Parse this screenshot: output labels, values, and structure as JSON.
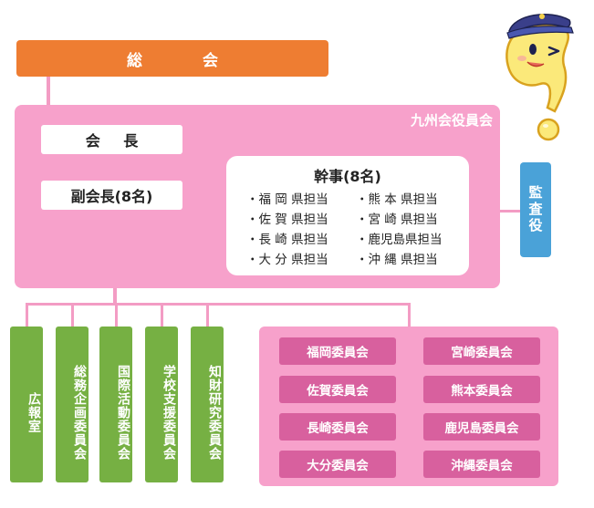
{
  "general_meeting": "総 会",
  "council": {
    "title": "九州会役員会",
    "chair": "会 長",
    "vice_chair": "副会長(8名)",
    "executives": {
      "title": "幹事(8名)",
      "left_column": [
        "・福 岡 県担当",
        "・佐 賀 県担当",
        "・長 崎 県担当",
        "・大 分 県担当"
      ],
      "right_column": [
        "・熊 本 県担当",
        "・宮 崎 県担当",
        "・鹿児島県担当",
        "・沖 縄 県担当"
      ]
    }
  },
  "auditor": "監査役",
  "committees": [
    "広報室",
    "総務企画委員会",
    "国際活動委員会",
    "学校支援委員会",
    "知財研究委員会"
  ],
  "prefecture_committees": {
    "left": [
      "福岡委員会",
      "佐賀委員会",
      "長崎委員会",
      "大分委員会"
    ],
    "right": [
      "宮崎委員会",
      "熊本委員会",
      "鹿児島委員会",
      "沖縄委員会"
    ]
  },
  "colors": {
    "general": "#ee7d32",
    "council": "#f7a1cb",
    "auditor": "#4aa2d8",
    "committee": "#76b043",
    "prefecture_button": "#d8609e"
  },
  "icons": {
    "mascot": "question-mark-mascot-icon"
  }
}
